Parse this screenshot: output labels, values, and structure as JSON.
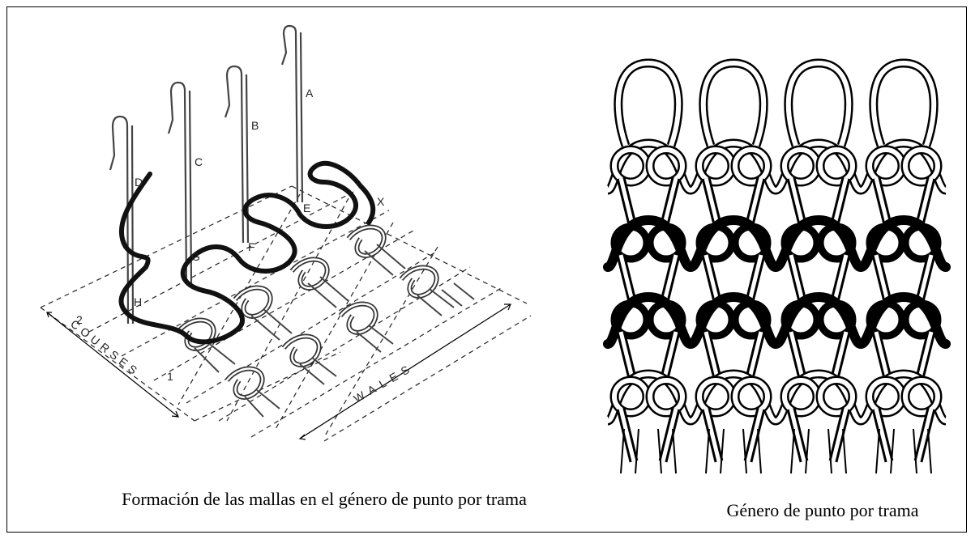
{
  "left_figure": {
    "caption": "Formación de las mallas en el género de punto por trama",
    "needle_labels": [
      "A",
      "B",
      "C",
      "D"
    ],
    "loop_labels": [
      "E",
      "F",
      "G",
      "H"
    ],
    "row_labels": [
      "1",
      "2"
    ],
    "x_label": "X",
    "courses_label": "COURSES",
    "wales_label": "WALES"
  },
  "right_figure": {
    "caption": "Género de punto por trama"
  }
}
